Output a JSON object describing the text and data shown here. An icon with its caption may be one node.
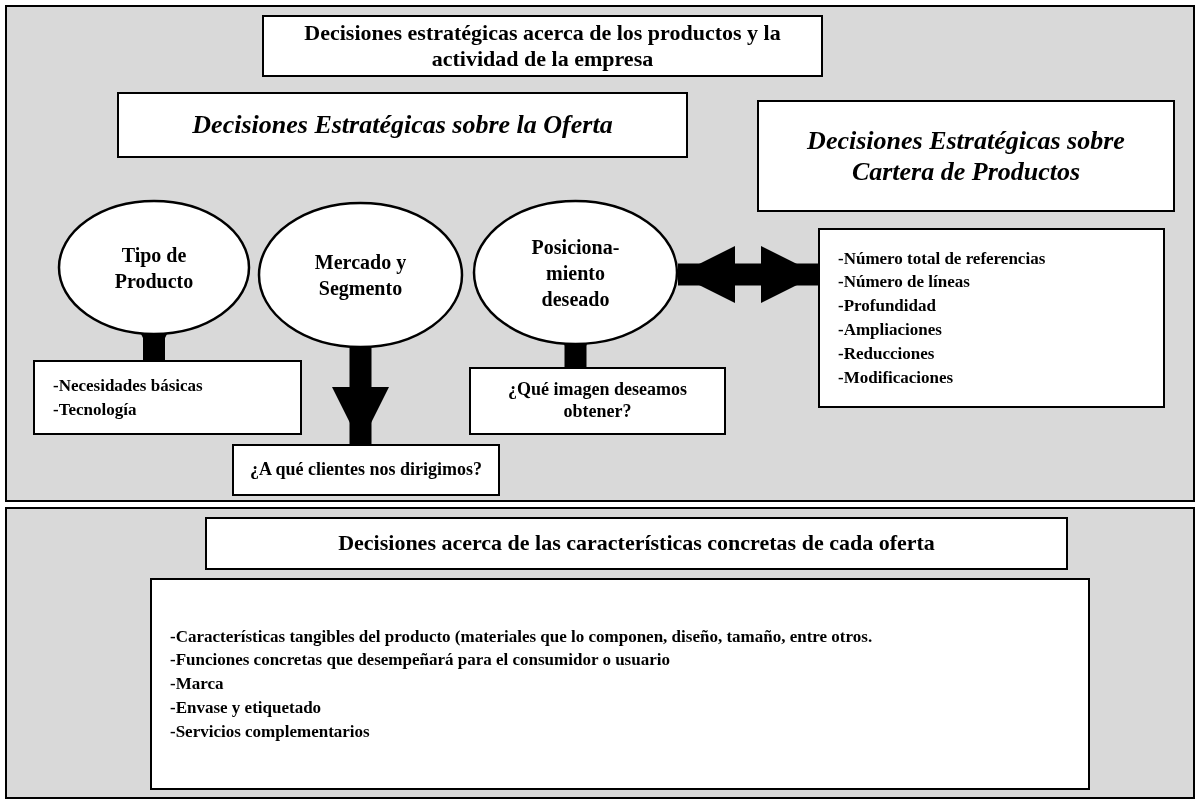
{
  "diagram": {
    "nodes": [
      {
        "text": [],
        "shape": "box"
      },
      {
        "text": [
          "Decisiones estratégicas acerca de los productos y la actividad de la empresa"
        ],
        "in": 0
      },
      {
        "text": [
          "Decisiones Estratégicas sobre la Oferta"
        ],
        "in": 0
      },
      {
        "text": [
          "Decisiones Estratégicas sobre Cartera de Productos"
        ],
        "in": 0
      },
      {
        "text": [
          "Tipo de Producto"
        ],
        "in": 0
      },
      {
        "text": [
          "Mercado y Segmento"
        ],
        "in": 0
      },
      {
        "text": [
          "Posiciona- miento deseado"
        ],
        "in": 0
      },
      {
        "text": [
          "-Necesidades básicas",
          "-Tecnología"
        ],
        "in": 0
      },
      {
        "text": [
          "¿Qué imagen deseamos obtener?"
        ],
        "in": 0
      },
      {
        "text": [
          "¿A qué clientes nos dirigimos?"
        ],
        "in": 0
      },
      {
        "text": [
          "-Número total de referencias",
          "-Número de líneas",
          "-Profundidad",
          "-Ampliaciones",
          "-Reducciones",
          "-Modificaciones"
        ],
        "in": 0
      },
      {
        "text": [],
        "shape": "box"
      },
      {
        "text": [
          "Decisiones acerca de las características concretas de cada oferta"
        ],
        "in": 11
      },
      {
        "text": [
          "-Características tangibles del producto (materiales que lo componen, diseño, tamaño, entre otros.",
          "-Funciones concretas que desempeñará para el consumidor o usuario",
          "-Marca",
          "-Envase y etiquetado",
          "-Servicios complementarios"
        ],
        "in": 11
      }
    ],
    "edges": [
      {
        "from": 4,
        "to": 7,
        "arrow": "to"
      },
      {
        "from": 5,
        "to": 9,
        "arrow": "to"
      },
      {
        "from": 6,
        "to": 8,
        "arrow": "to"
      },
      {
        "from": 6,
        "to": 10,
        "arrow": "both"
      }
    ]
  }
}
